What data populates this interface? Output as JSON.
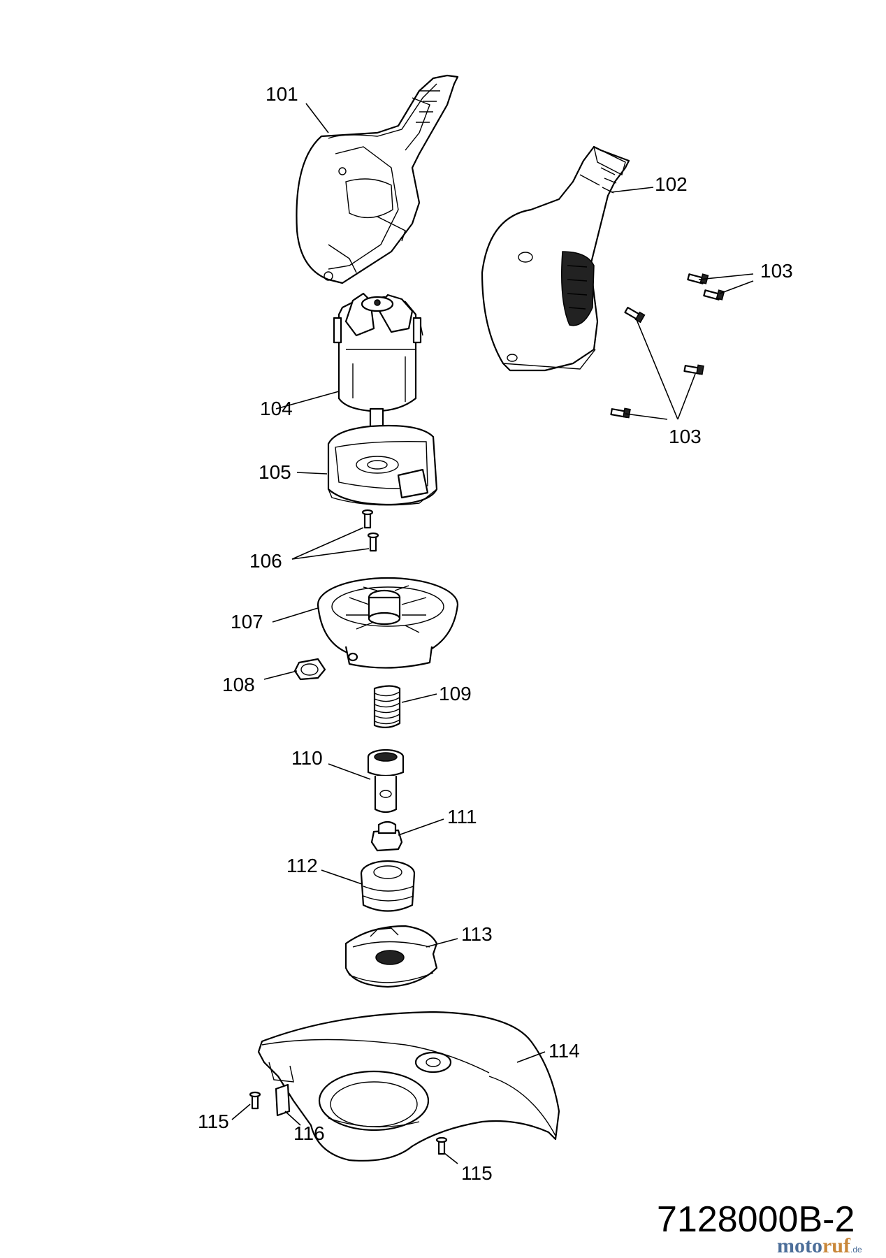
{
  "drawing_number": "7128000B-2",
  "watermark": {
    "part1": "moto",
    "part2": "ruf",
    "suffix": ".de"
  },
  "callouts": {
    "c101": "101",
    "c102": "102",
    "c103a": "103",
    "c103b": "103",
    "c104": "104",
    "c105": "105",
    "c106": "106",
    "c107": "107",
    "c108": "108",
    "c109": "109",
    "c110": "110",
    "c111": "111",
    "c112": "112",
    "c113": "113",
    "c114": "114",
    "c115a": "115",
    "c115b": "115",
    "c116": "116"
  }
}
